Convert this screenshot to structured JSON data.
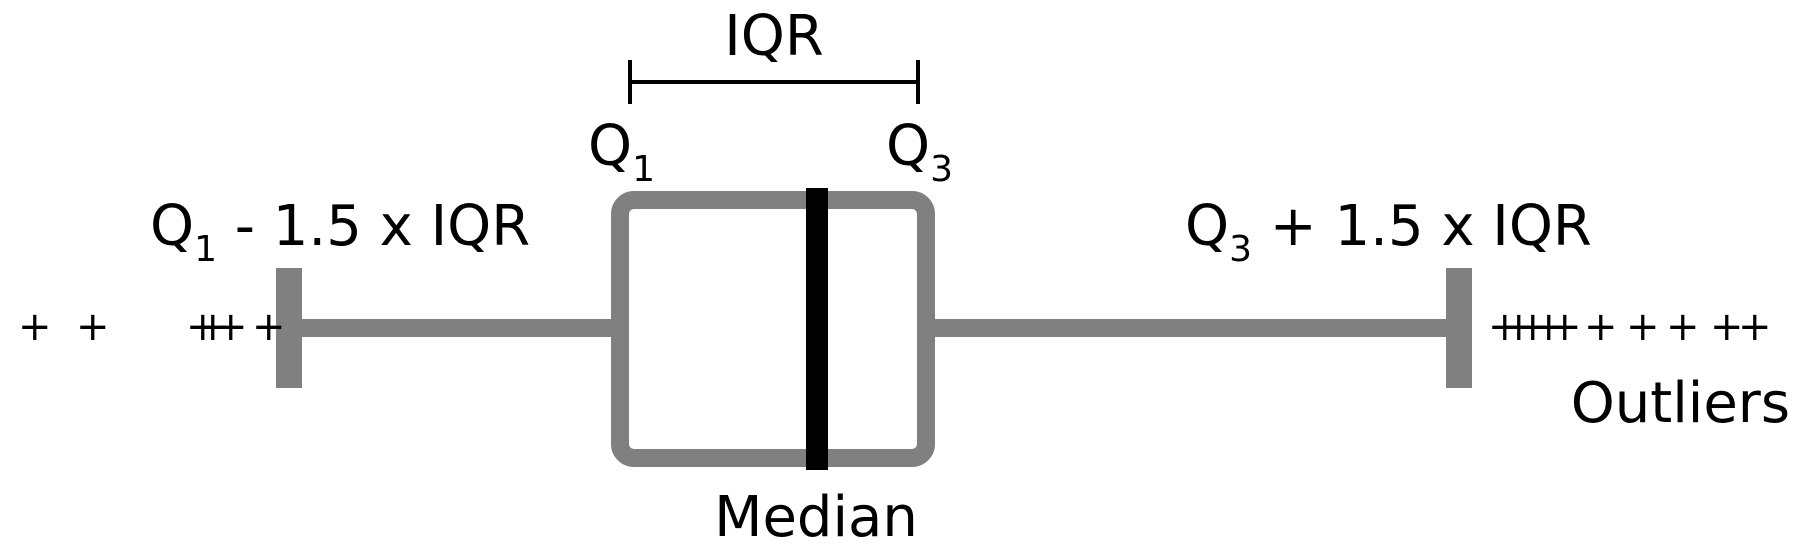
{
  "labels": {
    "iqr": "IQR",
    "q1": {
      "base": "Q",
      "sub": "1"
    },
    "q3": {
      "base": "Q",
      "sub": "3"
    },
    "lower_fence": {
      "base": "Q",
      "sub": "1",
      "rest": " - 1.5 x IQR"
    },
    "upper_fence": {
      "base": "Q",
      "sub": "3",
      "rest": " + 1.5 x IQR"
    },
    "median": "Median",
    "outliers": "Outliers"
  },
  "outlier_marks": {
    "left": [
      "+",
      "+",
      "+",
      "+",
      "+",
      "+"
    ],
    "right": [
      "+",
      "+",
      "+",
      "+",
      "+",
      "+",
      "+",
      "+",
      "+",
      "+"
    ]
  },
  "colors": {
    "box": "#808080",
    "median_line": "#000000",
    "bracket": "#000000",
    "text": "#000000"
  }
}
